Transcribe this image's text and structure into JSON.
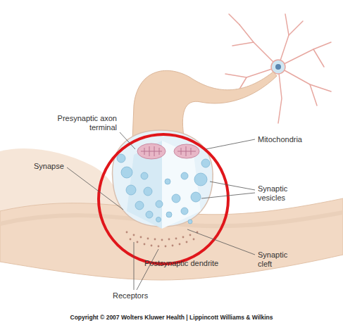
{
  "diagram": {
    "caption": "Copyright © 2007 Wolters Kluwer Health | Lippincott Williams & Wilkins",
    "labels": [
      "Presynaptic axon terminal",
      "Synapse",
      "Mitochondria",
      "Synaptic vesicles",
      "Synaptic cleft",
      "Postsynaptic dendrite",
      "Receptors"
    ]
  }
}
